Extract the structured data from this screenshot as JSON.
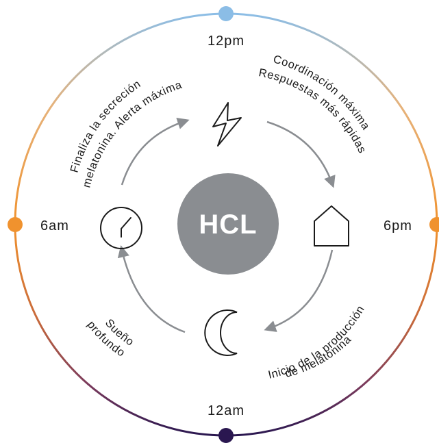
{
  "center": {
    "label": "HCL",
    "color": "#8a8d91"
  },
  "times": {
    "noon": "12pm",
    "evening": "6pm",
    "midnight": "12am",
    "morning": "6am"
  },
  "descriptions": {
    "top_left_line1": "Finaliza la secreción",
    "top_left_line2": "melatonina. Alerta máxima",
    "top_right_line1": "Coordinación máxima",
    "top_right_line2": "Respuestas más rápidas",
    "bottom_right_line1": "Inicio de la producción",
    "bottom_right_line2": "de melatonina",
    "bottom_left_line1": "Sueño",
    "bottom_left_line2": "profundo"
  },
  "icons": {
    "top": "lightning-icon",
    "right": "house-icon",
    "bottom": "moon-icon",
    "left": "clock-icon"
  },
  "colors": {
    "noon_dot": "#8bbde6",
    "morning_dot": "#f0922e",
    "evening_dot": "#f0922e",
    "midnight_dot": "#2a1750",
    "arrow": "#8a8d91",
    "icon_stroke": "#1a1a1a"
  }
}
